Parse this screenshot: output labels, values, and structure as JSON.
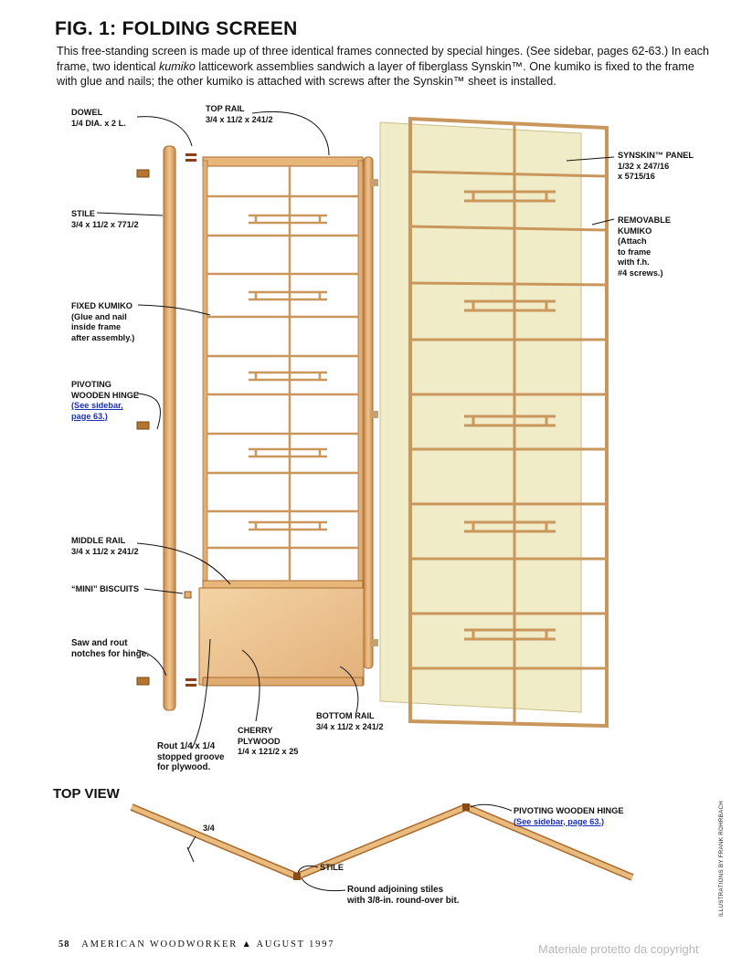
{
  "article": {
    "title": "FIG. 1: FOLDING SCREEN",
    "intro_part1": "This free-standing screen is made up of three identical frames connected by special hinges. (See sidebar, pages 62-63.) In each frame, two identical ",
    "intro_em": "kumiko",
    "intro_part2": " latticework assemblies sandwich a layer of fiberglass Synskin™. One kumiko is fixed to the frame with glue and nails; the other kumiko is attached with screws after the Synskin™ sheet is installed."
  },
  "labels": {
    "dowel": [
      "DOWEL",
      "1/4 DIA. x 2 L."
    ],
    "top_rail": [
      "TOP RAIL",
      "3/4 x 11/2 x 241/2"
    ],
    "stile": [
      "STILE",
      "3/4 x 11/2 x 771/2"
    ],
    "fixed_kumiko": [
      "FIXED KUMIKO",
      "(Glue and nail",
      "inside frame",
      "after assembly.)"
    ],
    "pivoting_hinge": [
      "PIVOTING",
      "WOODEN HINGE"
    ],
    "pivoting_hinge_link": [
      "(See sidebar,",
      "page 63.)"
    ],
    "middle_rail": [
      "MIDDLE RAIL",
      "3/4 x 11/2 x 241/2"
    ],
    "mini_biscuits": "“MINI” BISCUITS",
    "saw_rout": [
      "Saw and rout",
      "notches for hinge."
    ],
    "rout_groove": [
      "Rout 1/4 x 1/4",
      "stopped groove",
      "for plywood."
    ],
    "cherry_plywood": [
      "CHERRY",
      "PLYWOOD",
      "1/4 x 121/2 x 25"
    ],
    "bottom_rail": [
      "BOTTOM RAIL",
      "3/4 x 11/2 x 241/2"
    ],
    "synskin_panel": [
      "SYNSKIN™ PANEL",
      "1/32 x 247/16",
      "x 5715/16"
    ],
    "removable_kumiko": [
      "REMOVABLE",
      "KUMIKO",
      "(Attach",
      "to frame",
      "with f.h.",
      "#4 screws.)"
    ]
  },
  "top_view": {
    "title": "TOP VIEW",
    "dimension": "3/4",
    "stile_label": "STILE",
    "round_note": [
      "Round adjoining stiles",
      "with 3/8-in. round-over bit."
    ],
    "hinge_label": "PIVOTING WOODEN HINGE",
    "hinge_link": "(See sidebar, page 63.)"
  },
  "footer": {
    "page_number": "58",
    "magazine": "AMERICAN WOODWORKER",
    "date": "AUGUST 1997",
    "credit": "ILLUSTRATIONS BY FRANK ROHRBACH",
    "watermark": "Materiale protetto da copyright"
  },
  "colors": {
    "wood": "#e8b87a",
    "wood_dark": "#b97a3e",
    "wood_light": "#f4d2a0",
    "panel": "#f1ecc8",
    "link": "#1a2fb8"
  }
}
